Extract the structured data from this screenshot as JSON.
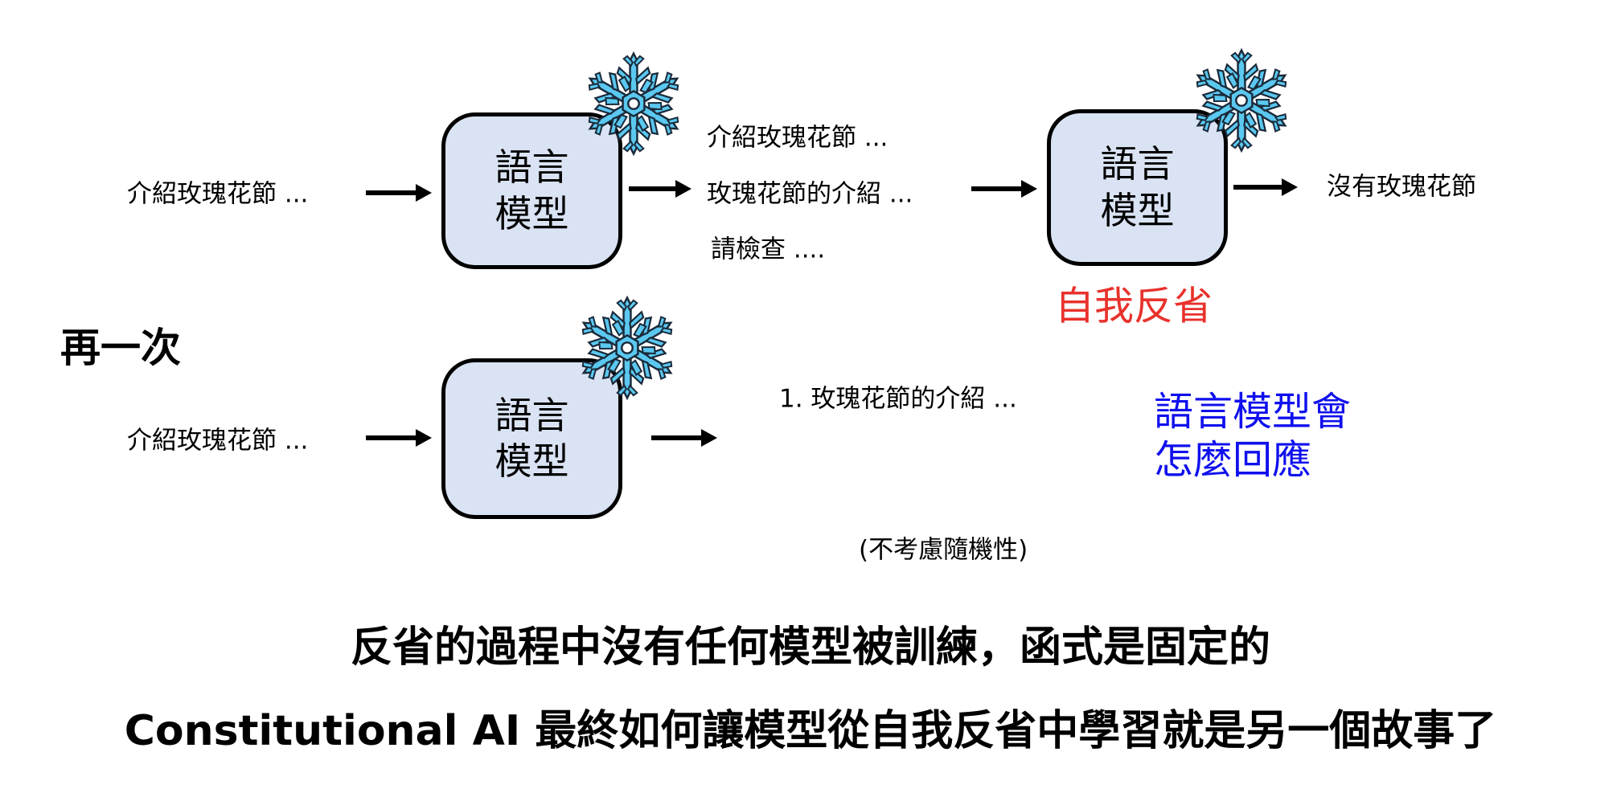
{
  "row1": {
    "input": "介紹玫瑰花節 ...",
    "model1": [
      "語言",
      "模型"
    ],
    "outputs": [
      "介紹玫瑰花節 ...",
      "玫瑰花節的介紹 ...",
      "請檢查 ...."
    ],
    "model2": [
      "語言",
      "模型"
    ],
    "final_output": "沒有玫瑰花節",
    "reflection_label": "自我反省"
  },
  "row2": {
    "section_label": "再一次",
    "input": "介紹玫瑰花節 ...",
    "model": [
      "語言",
      "模型"
    ],
    "output": "1. 玫瑰花節的介紹 ...",
    "question": [
      "語言模型會",
      "怎麼回應"
    ],
    "note": "(不考慮隨機性)"
  },
  "footer": {
    "line1": "反省的過程中沒有任何模型被訓練，函式是固定的",
    "line2": "Constitutional AI 最終如何讓模型從自我反省中學習就是另一個故事了"
  },
  "colors": {
    "box_fill": "#dae3f3",
    "snowflake": "#5bc8f0",
    "red": "#e8322c",
    "blue": "#1010ee"
  }
}
